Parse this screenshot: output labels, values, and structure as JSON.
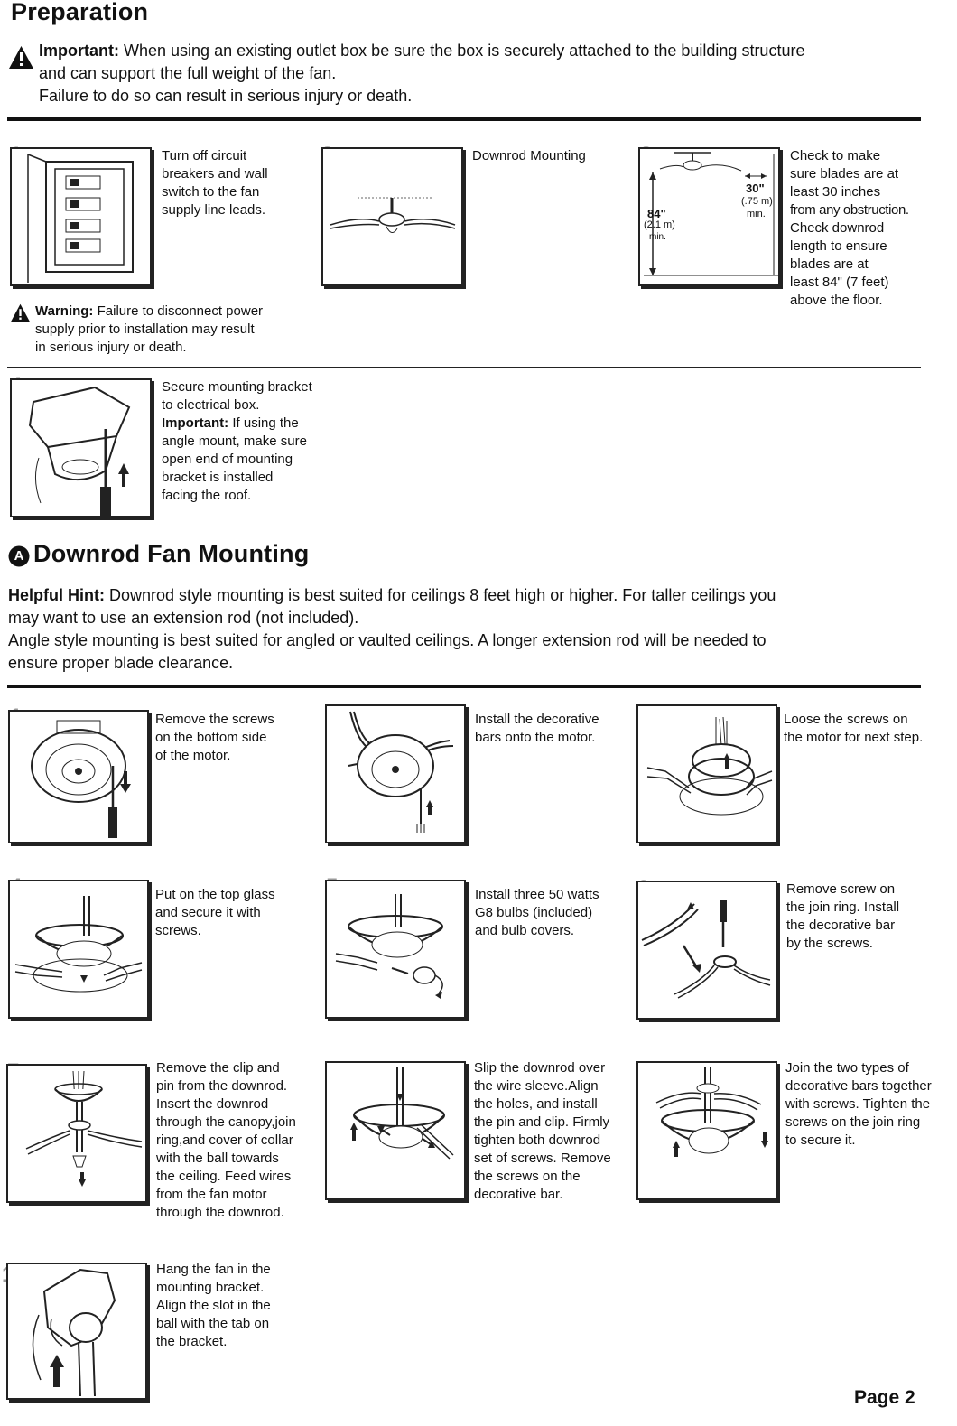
{
  "preparation": {
    "title": "Preparation",
    "important_label": "Important:",
    "important_line1": "When using an existing outlet box be sure the box is securely attached to the building structure",
    "important_line2": "and can support the full weight of the fan.",
    "important_line3": "Failure to do so can result in serious injury or death.",
    "steps": [
      {
        "num": "1",
        "lines": [
          "Turn off circuit",
          "breakers and wall",
          "switch to the fan",
          "supply line leads."
        ]
      },
      {
        "num": "2",
        "lines": [
          "Downrod Mounting"
        ]
      },
      {
        "num": "3",
        "lines": [
          "Check to make",
          "sure blades are at",
          "least 30 inches",
          "from any obstruction.",
          "Check downrod",
          "length to ensure",
          "blades are at",
          "least 84\" (7 feet)",
          "above the floor."
        ],
        "fig_labels": {
          "clear": "30\"",
          "clear_m": "(.75 m)",
          "clear_min": "min.",
          "height": "84\"",
          "height_m": "(2.1 m)",
          "height_min": "min."
        }
      },
      {
        "num": "4",
        "lines_bold_first": false,
        "lines": [
          "Secure mounting bracket",
          "to electrical box."
        ],
        "important_label": "Important:",
        "important_lines": [
          "If using the",
          "angle mount, make sure",
          "open end of mounting",
          "bracket is installed",
          "facing the roof."
        ]
      }
    ],
    "warning_label": "Warning:",
    "warning_lines": [
      "Failure to disconnect power",
      "supply prior to installation may result",
      "in serious injury or death."
    ]
  },
  "downrod": {
    "badge": "A",
    "title": "Downrod Fan Mounting",
    "hint_label": "Helpful Hint:",
    "hint_line1": "Downrod style mounting is best suited for ceilings 8 feet  high or higher. For taller ceilings you",
    "hint_line2": "may want to use an extension rod (not included).",
    "hint_line3": "Angle style mounting is best suited for angled or vaulted ceilings. A longer extension rod will be needed to",
    "hint_line4": "ensure proper blade clearance.",
    "steps": [
      {
        "num": "1",
        "lines": [
          "Remove the screws",
          "on the bottom side",
          "of the motor."
        ]
      },
      {
        "num": "2",
        "lines": [
          "Install the decorative",
          "bars onto the motor."
        ]
      },
      {
        "num": "3",
        "lines": [
          "Loose the screws on",
          "the motor for next step."
        ]
      },
      {
        "num": "4",
        "lines": [
          "Put on the top glass",
          "and secure it with",
          "screws."
        ]
      },
      {
        "num": "5",
        "lines": [
          "Install three 50 watts",
          "G8 bulbs (included)",
          "and bulb covers."
        ]
      },
      {
        "num": "6",
        "lines": [
          "Remove screw on",
          "the join ring. Install",
          "the decorative bar",
          "by the screws."
        ]
      },
      {
        "num": "7",
        "lines": [
          "Remove the clip and",
          "pin from the downrod.",
          "Insert the downrod",
          "through the canopy,join",
          "ring,and cover of collar",
          "with the ball towards",
          "the ceiling. Feed wires",
          "from the fan motor",
          "through the downrod."
        ]
      },
      {
        "num": "8",
        "lines": [
          "Slip the downrod over",
          "the wire sleeve.Align",
          "the holes, and install",
          "the pin and clip. Firmly",
          "tighten both downrod",
          "set of screws. Remove",
          "the screws on the",
          "decorative bar."
        ]
      },
      {
        "num": "9",
        "lines": [
          "Join the two types of",
          "decorative bars together",
          "with screws. Tighten the",
          "screws on the join ring",
          "to secure it."
        ]
      },
      {
        "num": "10",
        "lines": [
          "Hang the fan in the",
          "mounting bracket.",
          "Align the slot in the",
          "ball with the tab on",
          "the bracket."
        ]
      }
    ]
  },
  "footer": {
    "page": "Page 2"
  }
}
